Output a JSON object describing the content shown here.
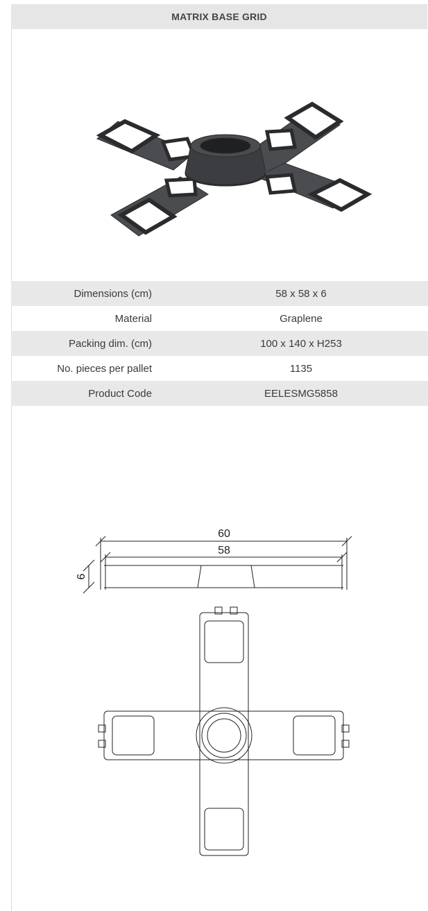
{
  "header": {
    "title": "MATRIX BASE GRID"
  },
  "specs": [
    {
      "label": "Dimensions (cm)",
      "value": "58 x 58 x 6"
    },
    {
      "label": "Material",
      "value": "Graplene"
    },
    {
      "label": "Packing dim. (cm)",
      "value": "100 x 140 x H253"
    },
    {
      "label": "No. pieces per pallet",
      "value": "1135"
    },
    {
      "label": "Product Code",
      "value": "EELESMG5858"
    }
  ],
  "drawing": {
    "dim_outer": "60",
    "dim_inner": "58",
    "dim_height": "6"
  },
  "colors": {
    "header_bg": "#e6e6e6",
    "row_bg": "#e8e8e8",
    "product": "#3b3d40"
  }
}
